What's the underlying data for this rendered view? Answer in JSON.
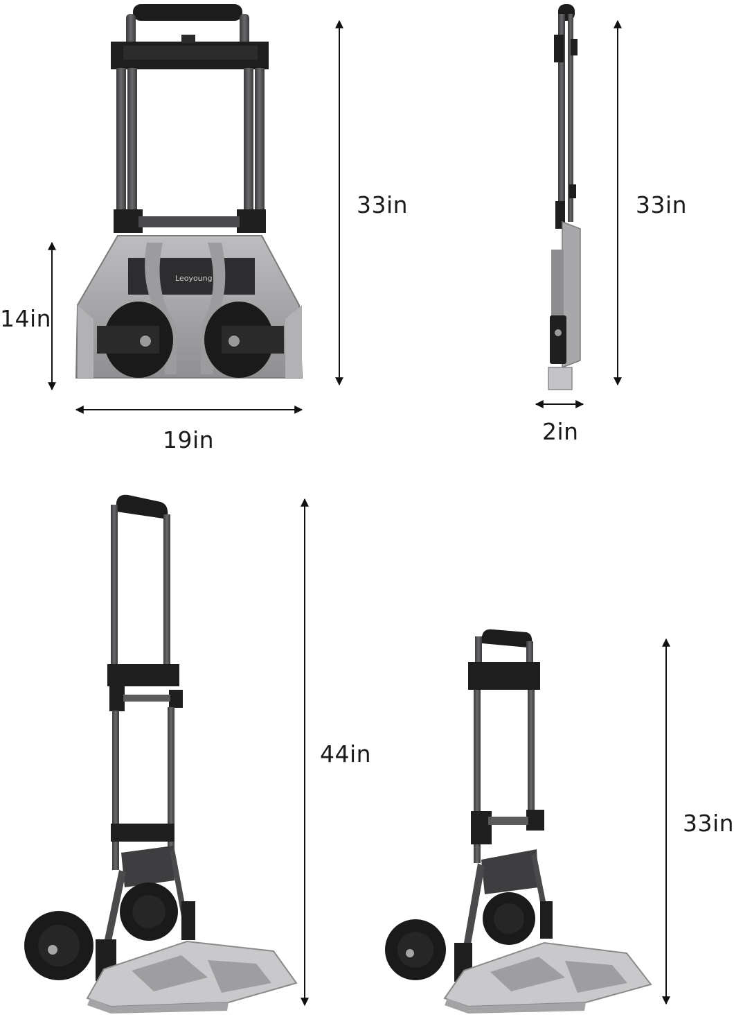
{
  "image": {
    "subject": "folding hand truck dimensions",
    "brand_mark": "Leoyoung",
    "colors": {
      "frame": "#4a4a4c",
      "grip": "#1c1c1c",
      "plate": "#a8a8aa",
      "plate_light": "#c9c9cb",
      "arrow": "#111111"
    }
  },
  "dimensions": {
    "folded_front_height": "33in",
    "folded_plate_height": "14in",
    "folded_width": "19in",
    "folded_side_height": "33in",
    "folded_depth": "2in",
    "extended_height": "44in",
    "short_height": "33in"
  }
}
